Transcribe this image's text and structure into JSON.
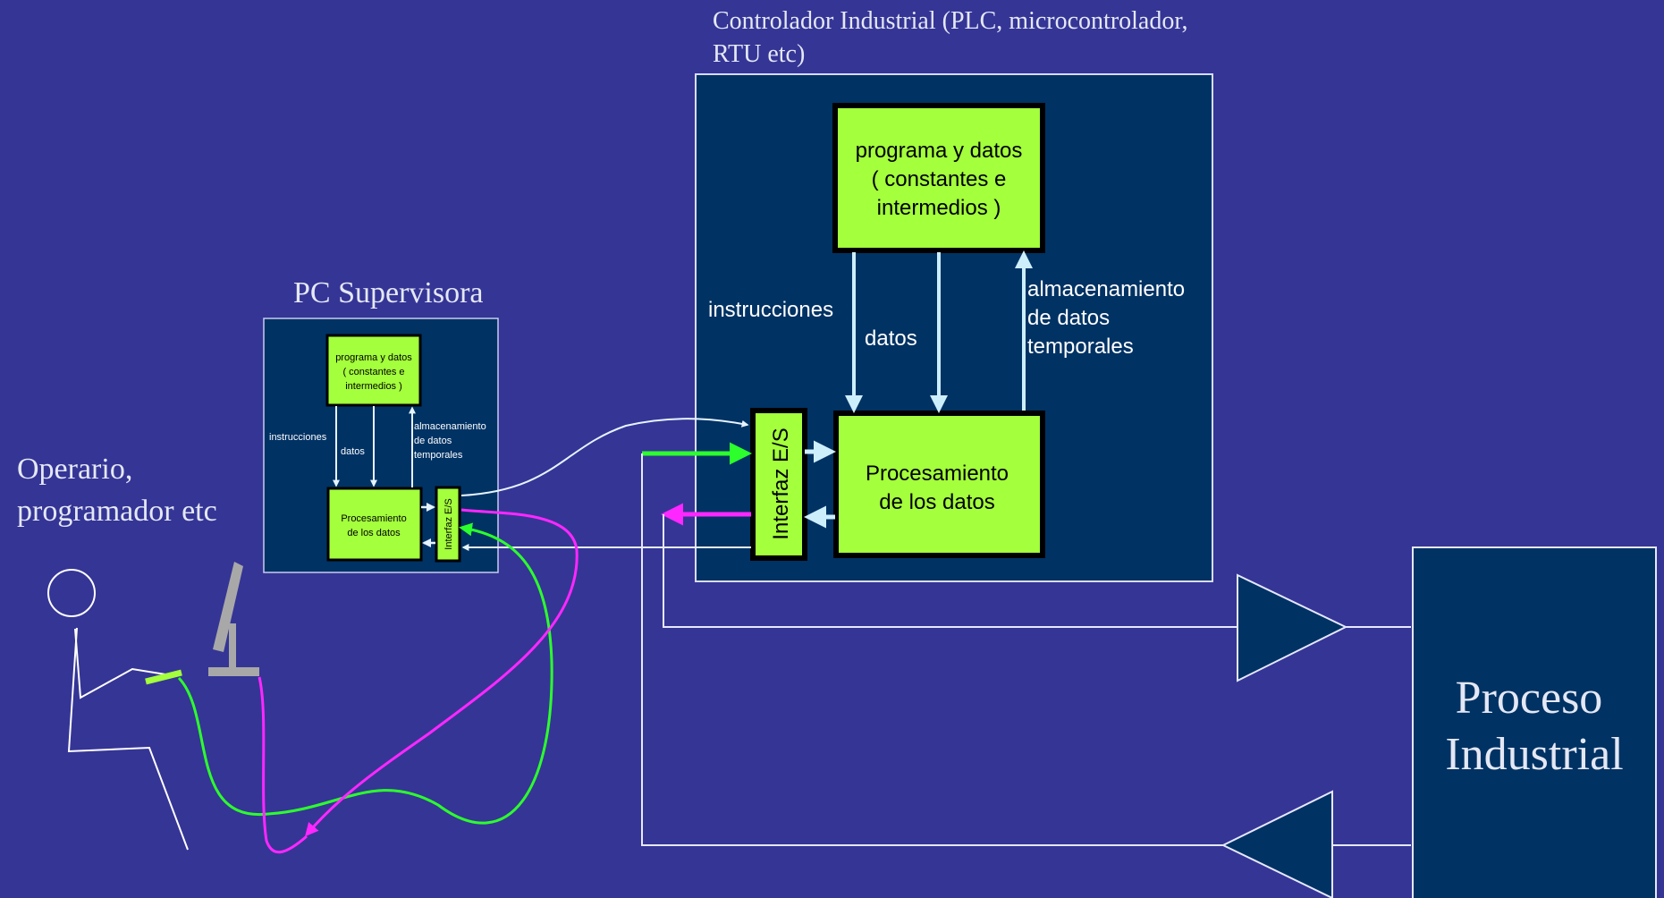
{
  "colors": {
    "background": "#353596",
    "panel": "#003264",
    "block_fill": "#a4ff3c",
    "arrow_light": "#cdeffc",
    "green_line": "#2cff2c",
    "magenta_line": "#ff27ff",
    "outline": "#e6e8ff"
  },
  "plc": {
    "title_line1": "Controlador Industrial (PLC, microcontrolador,",
    "title_line2": "RTU etc)",
    "memory_line1": "programa y datos",
    "memory_line2": "( constantes e",
    "memory_line3": "intermedios )",
    "processing_line1": "Procesamiento",
    "processing_line2": "de los datos",
    "io_label": "Interfaz E/S",
    "instrucciones": "instrucciones",
    "datos": "datos",
    "storage_line1": "almacenamiento",
    "storage_line2": "de datos",
    "storage_line3": "temporales"
  },
  "pc": {
    "title": "PC Supervisora",
    "memory_line1": "programa y datos",
    "memory_line2": "( constantes e",
    "memory_line3": "intermedios )",
    "processing_line1": "Procesamiento",
    "processing_line2": "de los datos",
    "io_label": "Interfaz E/S",
    "instrucciones": "instrucciones",
    "datos": "datos",
    "storage_line1": "almacenamiento",
    "storage_line2": "de datos",
    "storage_line3": "temporales"
  },
  "operator": {
    "line1": "Operario,",
    "line2": "programador etc"
  },
  "process": {
    "line1": "Proceso",
    "line2": "Industrial"
  }
}
